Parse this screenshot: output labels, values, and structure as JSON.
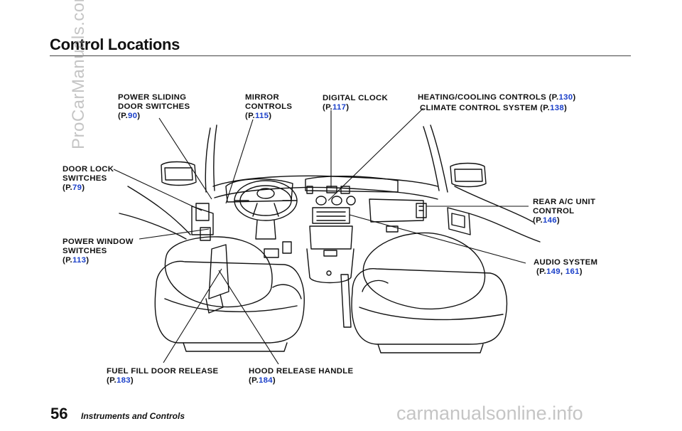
{
  "title": "Control Locations",
  "labels": {
    "power_sliding": {
      "lines": [
        "POWER SLIDING",
        "DOOR SWITCHES"
      ],
      "prefix": "(P.",
      "page": "90",
      "suffix": ")"
    },
    "mirror": {
      "lines": [
        "MIRROR",
        "CONTROLS"
      ],
      "prefix": "(P.",
      "page": "115",
      "suffix": ")"
    },
    "digital_clock": {
      "lines": [
        "DIGITAL CLOCK"
      ],
      "prefix": "(P.",
      "page": "117",
      "suffix": ")"
    },
    "heating": {
      "text": "HEATING/COOLING CONTROLS",
      "prefix": "(P.",
      "page": "130",
      "suffix": ")"
    },
    "climate": {
      "text": "CLIMATE CONTROL SYSTEM",
      "prefix": "(P.",
      "page": "138",
      "suffix": ")"
    },
    "door_lock": {
      "lines": [
        "DOOR LOCK",
        "SWITCHES"
      ],
      "prefix": "(P.",
      "page": "79",
      "suffix": ")"
    },
    "rear_ac": {
      "lines": [
        "REAR A/C UNIT",
        "CONTROL"
      ],
      "prefix": "(P.",
      "page": "146",
      "suffix": ")"
    },
    "power_window": {
      "lines": [
        "POWER WINDOW",
        "SWITCHES"
      ],
      "prefix": "(P.",
      "page": "113",
      "suffix": ")"
    },
    "audio": {
      "lines": [
        "AUDIO SYSTEM"
      ],
      "prefix": "(P.",
      "page": "149",
      "sep": ", ",
      "page2": "161",
      "suffix": ")"
    },
    "fuel": {
      "lines": [
        "FUEL FILL DOOR RELEASE"
      ],
      "prefix": "(P.",
      "page": "183",
      "suffix": ")"
    },
    "hood": {
      "lines": [
        "HOOD RELEASE HANDLE"
      ],
      "prefix": "(P.",
      "page": "184",
      "suffix": ")"
    }
  },
  "footer": {
    "page_number": "56",
    "section": "Instruments and Controls"
  },
  "watermarks": {
    "side": "ProCarManuals.com",
    "bottom": "carmanualsonline.info"
  },
  "colors": {
    "reference_link": "#1a3fc9"
  }
}
